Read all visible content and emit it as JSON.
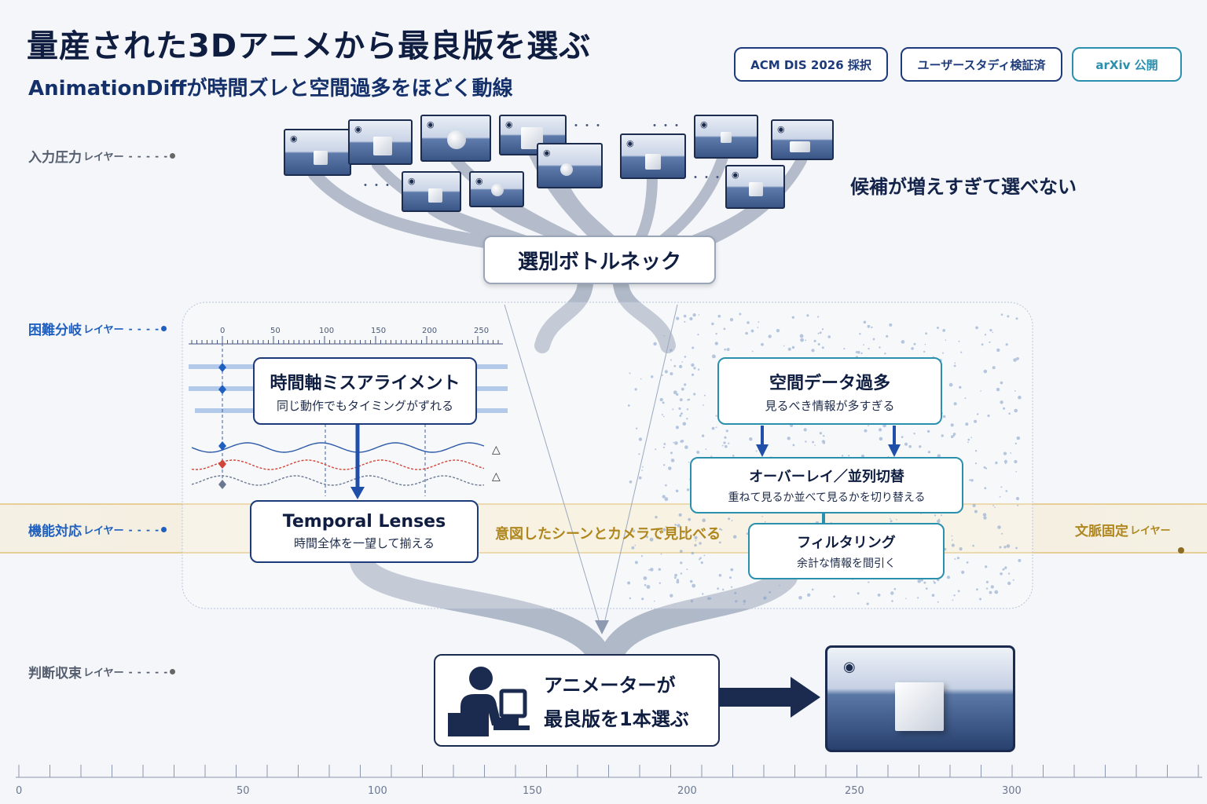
{
  "title": "量産された3Dアニメから最良版を選ぶ",
  "subtitle": "AnimationDiffが時間ズレと空間過多をほどく動線",
  "badges": [
    "ACM DIS 2026 採択",
    "ユーザースタディ検証済",
    "arXiv 公開"
  ],
  "layers": {
    "input": {
      "main": "入力圧力",
      "small": "レイヤー"
    },
    "branch": {
      "main": "困難分岐",
      "small": "レイヤー"
    },
    "function": {
      "main": "機能対応",
      "small": "レイヤー"
    },
    "context": {
      "main": "文脈固定",
      "small": "レイヤー"
    },
    "decision": {
      "main": "判断収束",
      "small": "レイヤー"
    }
  },
  "candidates_note": "候補が増えすぎて選べない",
  "bottleneck": "選別ボトルネック",
  "temporal": {
    "problem_title": "時間軸ミスアライメント",
    "problem_sub": "同じ動作でもタイミングがずれる",
    "solution_title": "Temporal Lenses",
    "solution_sub": "時間全体を一望して揃える",
    "ruler_ticks": [
      "0",
      "50",
      "100",
      "150",
      "200",
      "250"
    ],
    "delta_marks": [
      "△",
      "△"
    ]
  },
  "spatial": {
    "problem_title": "空間データ過多",
    "problem_sub": "見るべき情報が多すぎる",
    "overlay_title": "オーバーレイ／並列切替",
    "overlay_sub": "重ねて見るか並べて見るかを切り替える",
    "filter_title": "フィルタリング",
    "filter_sub": "余計な情報を間引く"
  },
  "context_band_label": "意図したシーンとカメラで見比べる",
  "decision": {
    "line1": "アニメーターが",
    "line2": "最良版を1本選ぶ"
  },
  "bottom_ruler": [
    "0",
    "50",
    "100",
    "150",
    "200",
    "250",
    "300"
  ],
  "ellipsis": "・・・",
  "icons": {
    "camera": "camera-icon",
    "user": "user-at-laptop-icon",
    "arrow": "arrow-right-icon"
  },
  "colors": {
    "navy": "#0f1d40",
    "blue": "#1f5fbf",
    "teal": "#2b8fae",
    "gold": "#b0861e",
    "red": "#d0453a"
  }
}
